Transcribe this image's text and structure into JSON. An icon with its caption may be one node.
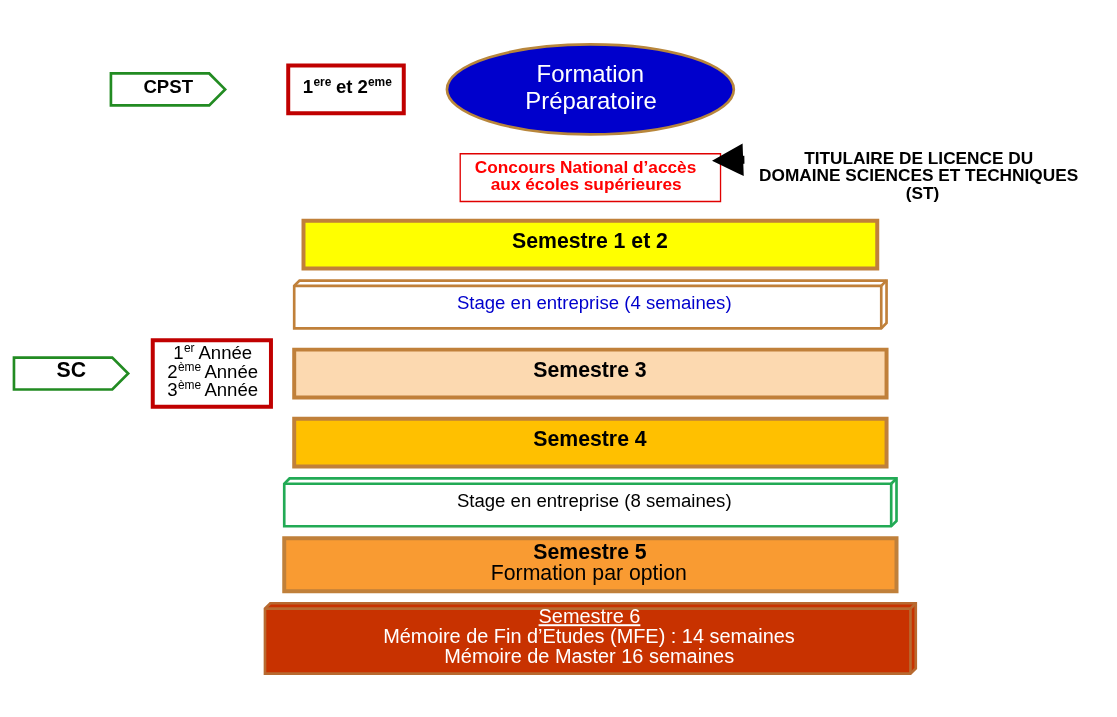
{
  "diagram": {
    "nodes": [
      {
        "text": [
          "CPST"
        ]
      },
      {
        "text": [
          "1$^{ere}$ et 2$^{eme}$"
        ]
      },
      {
        "text": [
          "Formation Préparatoire"
        ]
      },
      {
        "text": [
          "Concours National d’accès aux écoles supérieures"
        ]
      },
      {
        "text": [
          "TITULAIRE DE LICENCE DU DOMAINE SCIENCES ET TECHNIQUES (ST)"
        ]
      },
      {
        "text": [
          "Semestre 1 et 2"
        ]
      },
      {
        "text": [
          "Stage en entreprise (4 semaines)"
        ]
      },
      {
        "text": [
          "Semestre 3"
        ]
      },
      {
        "text": [
          "Semestre 4"
        ]
      },
      {
        "text": [
          "Stage en entreprise (8 semaines)"
        ]
      },
      {
        "text": [
          "Semestre 5",
          "Formation par option"
        ]
      },
      {
        "text": [
          "Semestre 6",
          "Mémoire de Fin d’Etudes (MFE) : 14 semaines",
          "Mémoire de Master 16 semaines"
        ]
      },
      {
        "text": [
          "SC"
        ]
      },
      {
        "text": [
          "1$^{er}$ Année",
          "2$^{ème}$ Année",
          "3$^{ème}$ Année"
        ]
      }
    ],
    "edges": [
      {
        "from": 4,
        "to": 3,
        "arrow": "to",
        "style": "thick"
      }
    ]
  }
}
